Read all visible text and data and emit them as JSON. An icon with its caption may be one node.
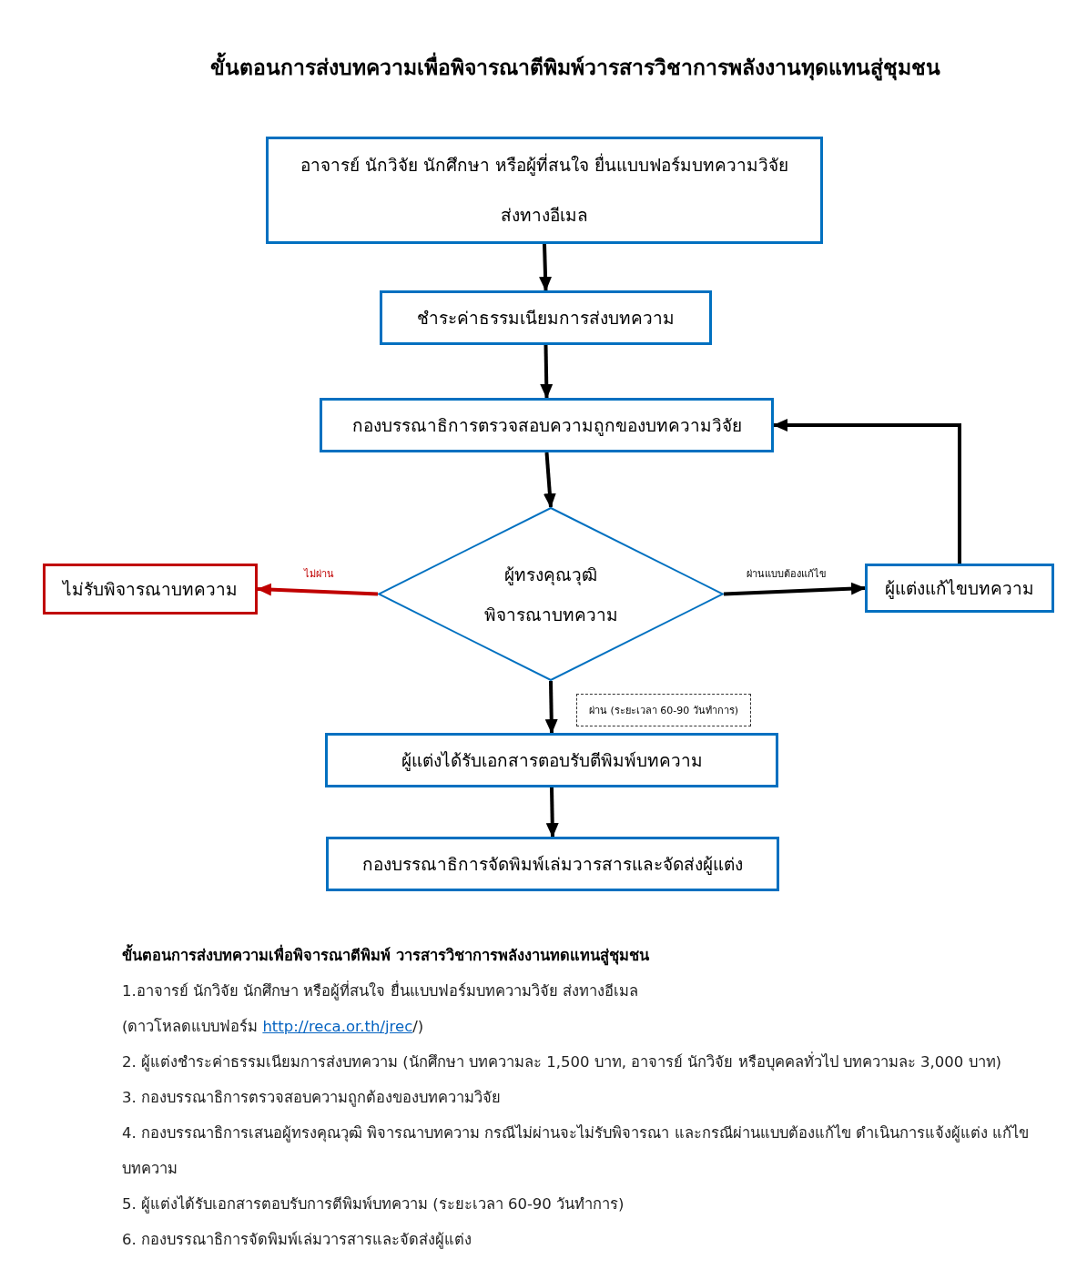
{
  "diagram": {
    "title": "ขั้นตอนการส่งบทความเพื่อพิจารณาตีพิมพ์วารสารวิชาการพลังงานทุดแทนสู่ชุมชน",
    "nodes": [
      {
        "text": [
          "อาจารย์ นักวิจัย นักศึกษา หรือผู้ที่สนใจ ยื่นแบบฟอร์มบทความวิจัย",
          "ส่งทางอีเมล"
        ]
      },
      {
        "text": [
          "ชำระค่าธรรมเนียมการส่งบทความ"
        ]
      },
      {
        "text": [
          "กองบรรณาธิการตรวจสอบความถูกของบทความวิจัย"
        ]
      },
      {
        "text": [
          "ผู้ทรงคุณวุฒิ พิจารณาบทความ"
        ]
      },
      {
        "text": [
          "ไม่รับพิจารณาบทความ"
        ]
      },
      {
        "text": [
          "ผู้แต่งแก้ไขบทความ"
        ]
      },
      {
        "text": [
          "ผู้แต่งได้รับเอกสารตอบรับตีพิมพ์บทความ"
        ]
      },
      {
        "text": [
          "กองบรรณาธิการจัดพิมพ์เล่มวารสารและจัดส่งผู้แต่ง"
        ]
      }
    ],
    "edges": [
      {
        "from": 0,
        "to": 1,
        "arrow": "to"
      },
      {
        "from": 1,
        "to": 2,
        "arrow": "to"
      },
      {
        "from": 2,
        "to": 3,
        "arrow": "to"
      },
      {
        "from": 3,
        "to": 4,
        "arrow": "to",
        "label": "ไม่ผ่าน",
        "color": "#c00000"
      },
      {
        "from": 3,
        "to": 5,
        "arrow": "to",
        "label": "ผ่านแบบต้องแก้ไข"
      },
      {
        "from": 5,
        "to": 2,
        "arrow": "to"
      },
      {
        "from": 3,
        "to": 6,
        "arrow": "to",
        "label": "ผ่าน (ระยะเวลา 60-90 วันทำการ)"
      },
      {
        "from": 6,
        "to": 7,
        "arrow": "to"
      }
    ],
    "labels": [
      "ขั้นตอนการส่งบทความเพื่อพิจารณาตีพิมพ์ วารสารวิชาการพลังงานทดแทนสู่ชุมชน",
      "1.อาจารย์ นักวิจัย นักศึกษา หรือผู้ที่สนใจ ยื่นแบบฟอร์มบทความวิจัย ส่งทางอีเมล",
      "(ดาวโหลดแบบฟอร์ม",
      "http://reca.or.th/jrec",
      "/)",
      "2. ผู้แต่งชำระค่าธรรมเนียมการส่งบทความ (นักศึกษา บทความละ 1,500 บาท, อาจารย์ นักวิจัย หรือบุคคลทั่วไป บทความละ 3,000 บาท)",
      "3. กองบรรณาธิการตรวจสอบความถูกต้องของบทความวิจัย",
      "4. กองบรรณาธิการเสนอผู้ทรงคุณวุฒิ พิจารณาบทความ กรณีไม่ผ่านจะไม่รับพิจารณา และกรณีผ่านแบบต้องแก้ไข ดำเนินการแจ้งผู้แต่ง แก้ไขบทความ",
      "5. ผู้แต่งได้รับเอกสารตอบรับการตีพิมพ์บทความ (ระยะเวลา 60-90 วันทำการ)",
      "6. กองบรรณาธิการจัดพิมพ์เล่มวารสารและจัดส่งผู้แต่ง"
    ]
  }
}
